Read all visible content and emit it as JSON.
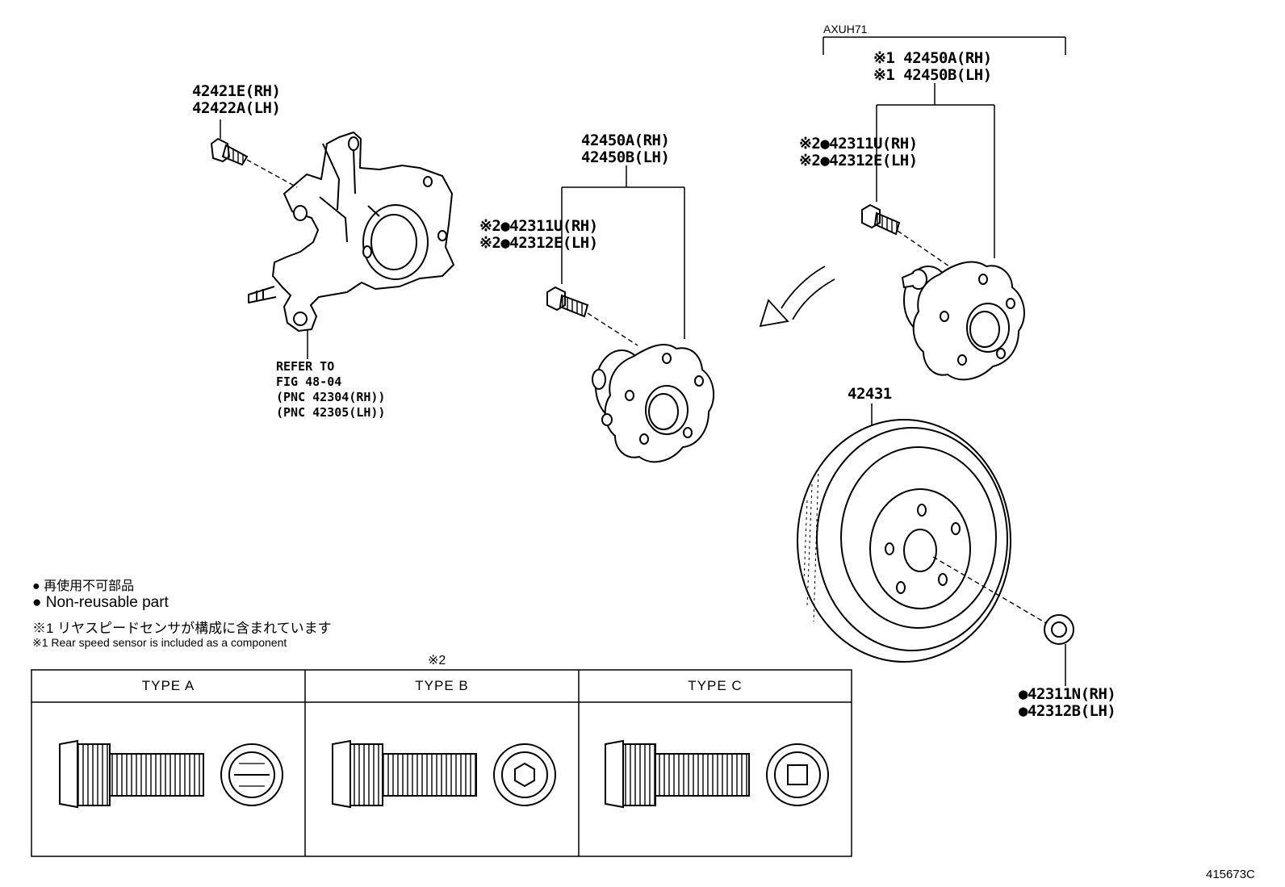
{
  "labels": {
    "knuckle_bolt": [
      "42421E(RH)",
      "42422A(LH)"
    ],
    "refer": [
      "REFER TO",
      "FIG 48-04",
      "(PNC 42304(RH))",
      "(PNC 42305(LH))"
    ],
    "hub_center": [
      "42450A(RH)",
      "42450B(LH)"
    ],
    "bolt_center": [
      "※2●42311U(RH)",
      "※2●42312E(LH)"
    ],
    "variant_title": "AXUH71",
    "hub_right": [
      "※1 42450A(RH)",
      "※1 42450B(LH)"
    ],
    "bolt_right": [
      "※2●42311U(RH)",
      "※2●42312E(LH)"
    ],
    "disc": "42431",
    "nut": [
      "●42311N(RH)",
      "●42312B(LH)"
    ],
    "note2": "※2"
  },
  "legend": {
    "nonreusable_jp": "● 再使用不可部品",
    "nonreusable_en": "● Non-reusable part",
    "note1_jp": "※1 リヤスピードセンサが構成に含まれています",
    "note1_en": "※1 Rear speed sensor is included as a component"
  },
  "types": [
    "TYPE A",
    "TYPE B",
    "TYPE C"
  ],
  "figure_id": "415673C"
}
